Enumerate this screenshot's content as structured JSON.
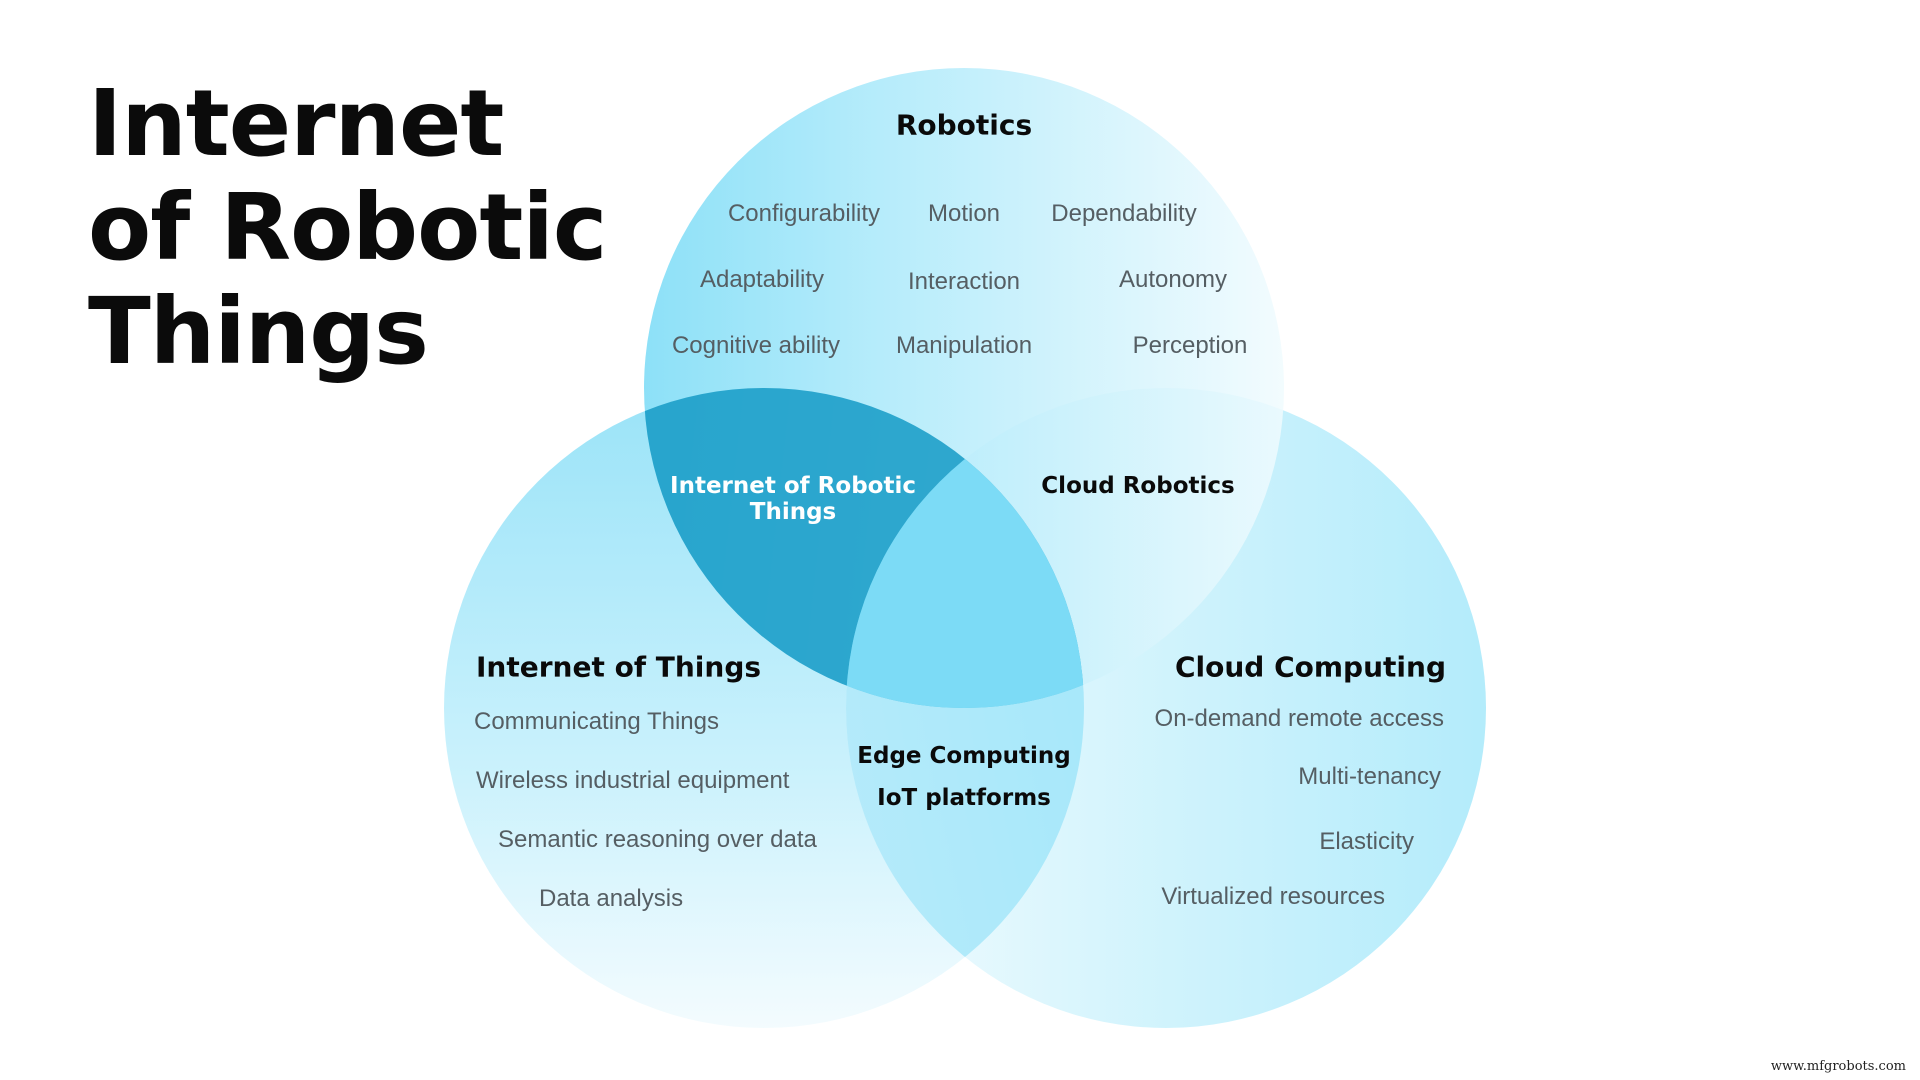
{
  "title_lines": [
    "Internet",
    "of Robotic",
    "Things"
  ],
  "sets": {
    "robotics": {
      "name": "Robotics",
      "items": [
        "Configurability",
        "Motion",
        "Dependability",
        "Adaptability",
        "Interaction",
        "Autonomy",
        "Cognitive ability",
        "Manipulation",
        "Perception"
      ]
    },
    "iot": {
      "name": "Internet of Things",
      "items": [
        "Communicating Things",
        "Wireless industrial equipment",
        "Semantic reasoning over data",
        "Data analysis"
      ]
    },
    "cloud": {
      "name": "Cloud Computing",
      "items": [
        "On-demand remote access",
        "Multi-tenancy",
        "Elasticity",
        "Virtualized resources"
      ]
    }
  },
  "overlaps": {
    "robotics_iot": [
      "Internet of Robotic",
      "Things"
    ],
    "robotics_cloud": "Cloud Robotics",
    "iot_cloud": [
      "Edge Computing",
      "IoT platforms"
    ]
  },
  "colors": {
    "circle_main": "#7fdcf5",
    "circle_light": "#e9f9fe",
    "overlap_dark": "#1a9cc6"
  },
  "watermark": "www.mfgrobots.com"
}
